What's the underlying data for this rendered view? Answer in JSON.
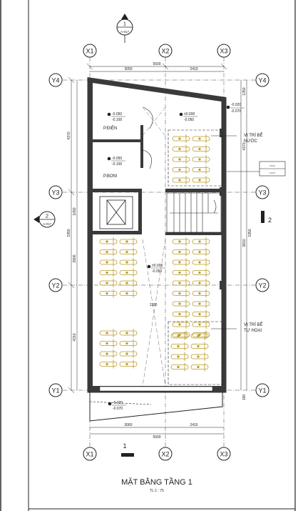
{
  "drawing": {
    "title": "MẶT BẰNG TẦNG 1",
    "scale": "TL:1 : 75"
  },
  "grid": {
    "columns": [
      "X1",
      "X2",
      "X3"
    ],
    "rows": [
      "Y4",
      "Y3",
      "Y2",
      "Y1"
    ]
  },
  "section_markers": {
    "top": {
      "number": "1",
      "sheet": "A-017"
    },
    "left": {
      "number": "2",
      "sheet": "A-017"
    },
    "right": {
      "number": "2"
    },
    "bottom": {
      "number": "1"
    }
  },
  "dimensions": {
    "top": {
      "left": "3050",
      "right": "2410",
      "total": "5500"
    },
    "bottom": {
      "left": "3060",
      "right": "2410",
      "total": "5500"
    },
    "left": {
      "upper": "4370",
      "mid1": "1050",
      "mid2": "1950",
      "lower": "2800",
      "bottom": "4310"
    },
    "right": {
      "top": "1350",
      "upper": "4370",
      "mid": "1950",
      "lower": "3810",
      "bottom": "150"
    },
    "inner": "1100"
  },
  "rooms": {
    "electrical": "P.ĐIỆN",
    "pump": "P.BƠM"
  },
  "levels": {
    "electrical": {
      "finished": "-0.050",
      "structural": "-0.100"
    },
    "pump": {
      "finished": "-0.050",
      "structural": "-0.100"
    },
    "corridor_top": {
      "finished": "±0.000",
      "structural": "-0.050"
    },
    "parking": {
      "finished": "±0.000",
      "structural": "-0.050"
    },
    "top_right": {
      "finished": "-0.020",
      "structural": "-0.070"
    },
    "entrance": {
      "finished": "-0.020",
      "structural": "-0.070"
    }
  },
  "annotations": {
    "water_tank": [
      "VỊ TRÍ BỂ",
      "NƯỚC"
    ],
    "septic_tank": [
      "VỊ TRÍ BỂ",
      "TỰ HOẠI"
    ]
  },
  "colors": {
    "line": "#222222",
    "wall": "#3a3a3a",
    "motorbike": "#b89a2a"
  }
}
